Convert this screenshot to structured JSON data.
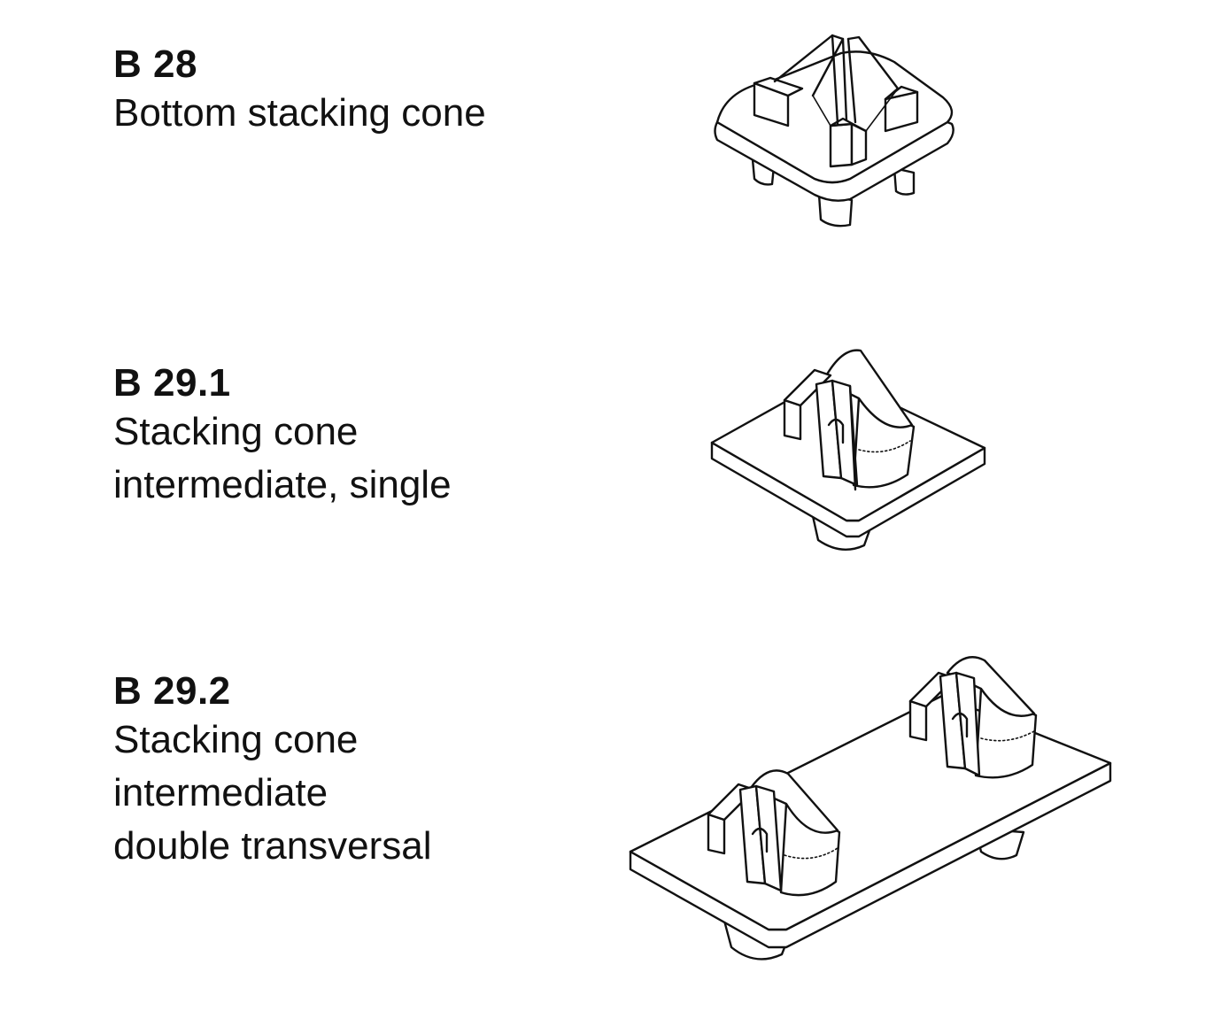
{
  "items": [
    {
      "code": "B 28",
      "description_lines": [
        "Bottom stacking cone"
      ],
      "icon": "bottom-stacking-cone-drawing"
    },
    {
      "code": "B 29.1",
      "description_lines": [
        "Stacking cone",
        "intermediate, single"
      ],
      "icon": "stacking-cone-single-drawing"
    },
    {
      "code": "B 29.2",
      "description_lines": [
        "Stacking cone",
        "intermediate",
        "double transversal"
      ],
      "icon": "stacking-cone-double-drawing"
    }
  ]
}
